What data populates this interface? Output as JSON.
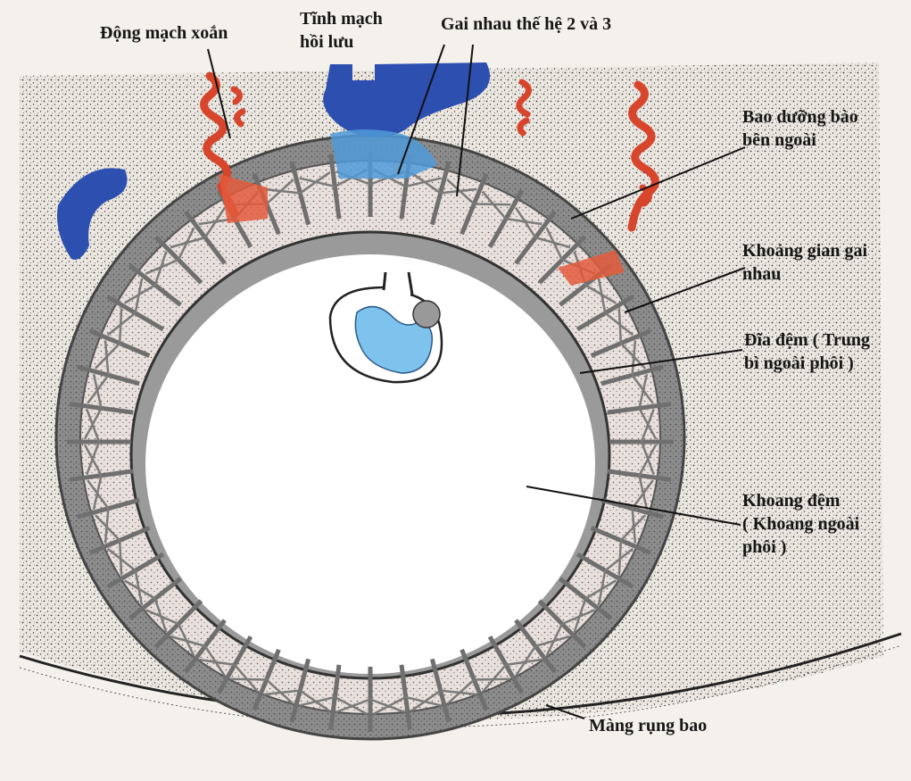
{
  "labels": {
    "spiral_artery": "Động mạch xoắn",
    "returning_vein": [
      "Tĩnh mạch",
      "hồi lưu"
    ],
    "villi_2_3": "Gai nhau thế hệ 2 và 3",
    "outer_syncytiotrophoblast": [
      "Bao dưỡng bào",
      "bên ngoài"
    ],
    "intervillous_space": [
      "Khoảng gian gai",
      "nhau"
    ],
    "chorionic_plate": [
      "Đĩa đệm ( Trung",
      "bì ngoài phôi )"
    ],
    "chorionic_cavity": [
      "Khoang đệm",
      "( Khoang ngoài",
      "phôi )"
    ],
    "decidua_capsularis": "Màng rụng bao"
  },
  "colors": {
    "background": "#f4f1ec",
    "decidua": "#eae6df",
    "shell": "#8f8f8f",
    "villi": "#e6dedb",
    "artery": "#d7452c",
    "vein": "#2d4fb0",
    "vein_light": "#4f9ad8",
    "embryo": "#7ec3ee",
    "ink": "#161616"
  }
}
